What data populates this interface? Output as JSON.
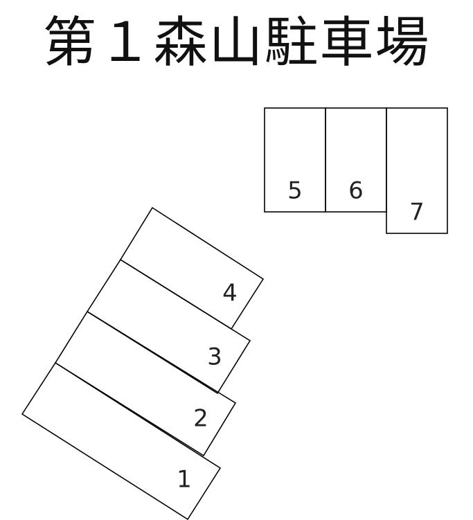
{
  "title": "第１森山駐車場",
  "colors": {
    "line": "#000000",
    "text": "#222222",
    "background": "#ffffff"
  },
  "spaces": [
    {
      "label": "1"
    },
    {
      "label": "2"
    },
    {
      "label": "3"
    },
    {
      "label": "4"
    },
    {
      "label": "5"
    },
    {
      "label": "6"
    },
    {
      "label": "7"
    }
  ]
}
